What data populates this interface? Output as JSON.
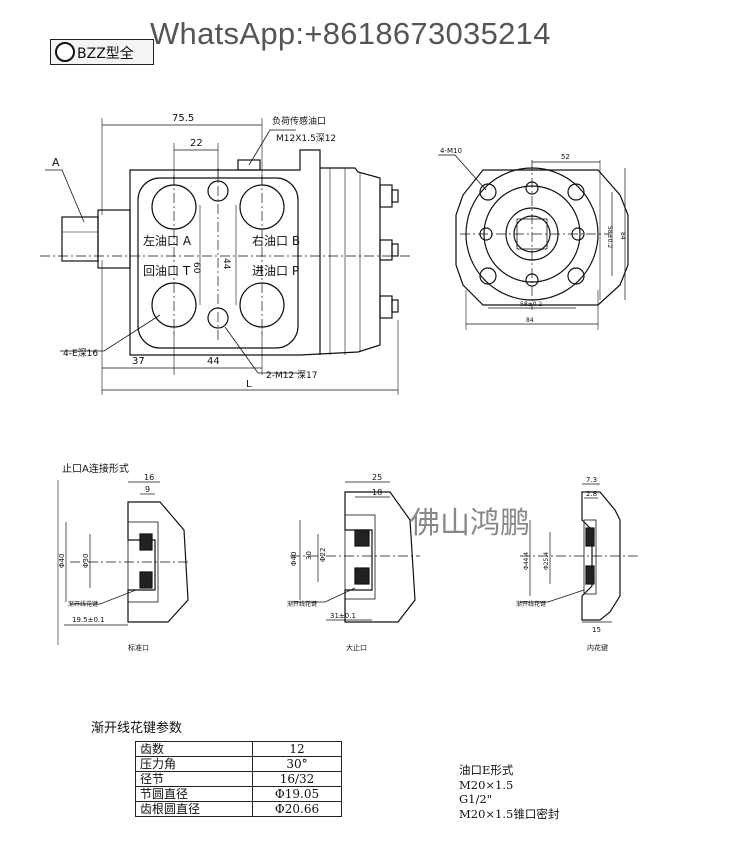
{
  "watermark": "WhatsApp:+8618673035214",
  "series_tag": "BZZ型全",
  "main_view": {
    "label_A": "A",
    "dim_75_5": "75.5",
    "dim_22": "22",
    "pilot_port": "负荷传感油口",
    "pilot_thread": "M12X1.5深12",
    "port_left": "左油口 A",
    "port_right": "右油口 B",
    "port_return": "回油口 T",
    "port_inlet": "进油口 P",
    "dim_60": "60",
    "dim_44v": "44",
    "holes_label": "4-E深16",
    "dim_37": "37",
    "dim_44": "44",
    "thread_label": "2-M12 深17",
    "dim_L": "L"
  },
  "end_view": {
    "bolts": "4-M10",
    "dim_52": "52",
    "dim_58v": "58±0.2",
    "dim_84v": "84",
    "dim_58h": "58±0.2",
    "dim_84h": "84"
  },
  "sections": {
    "title": "止口A连接形式",
    "s1": {
      "d16": "16",
      "d9": "9",
      "dia40": "Φ40",
      "dia30": "Φ30",
      "spline": "渐开线花键",
      "d19": "19.5±0.1",
      "name": "标准口"
    },
    "s2": {
      "d25": "25",
      "d18": "18",
      "dia40": "Φ40",
      "dia30": "30",
      "dia22": "Φ22",
      "spline": "渐开线花键",
      "d31": "31±0.1",
      "name": "大止口"
    },
    "s3": {
      "d73": "7.3",
      "d28": "2.8",
      "dia44": "Φ44.4",
      "dia254": "Φ25.4",
      "spline": "渐开线花键",
      "d15": "15",
      "name": "内花键"
    },
    "watermark_cn": "佛山鸿鹏"
  },
  "table": {
    "title": "渐开线花键参数",
    "rows": [
      {
        "k": "齿数",
        "v": "12"
      },
      {
        "k": "压力角",
        "v": "30°"
      },
      {
        "k": "径节",
        "v": "16/32"
      },
      {
        "k": "节圆直径",
        "v": "Φ19.05"
      },
      {
        "k": "齿根圆直径",
        "v": "Φ20.66"
      }
    ]
  },
  "port_form": {
    "title": "油口E形式",
    "lines": [
      "M20×1.5",
      "G1/2\"",
      "M20×1.5锥口密封"
    ]
  }
}
